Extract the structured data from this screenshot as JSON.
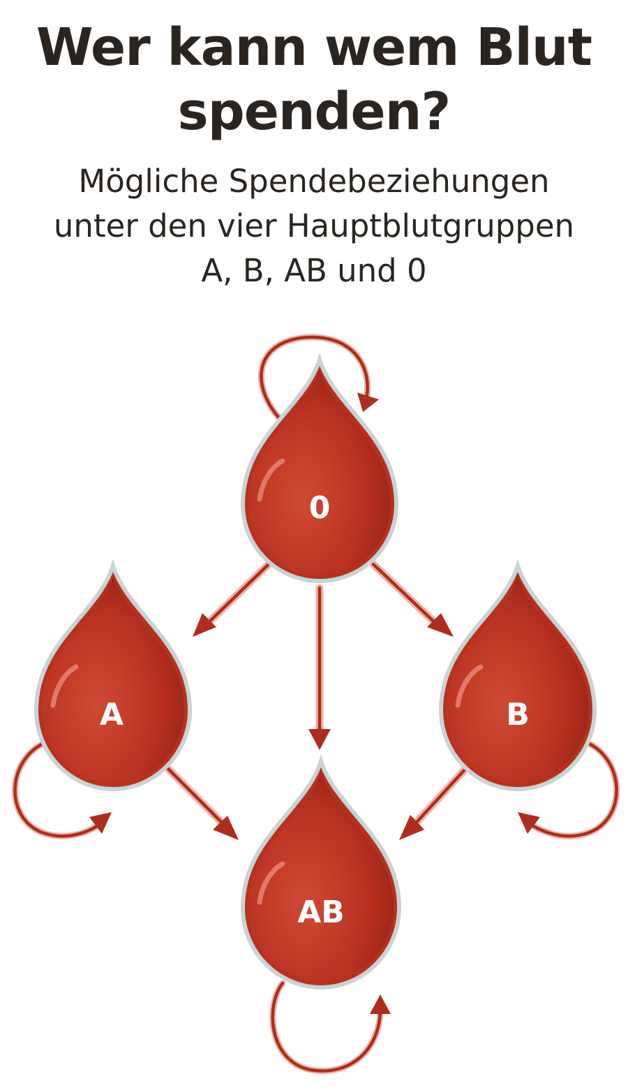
{
  "title": {
    "line1": "Wer kann wem Blut",
    "line2": "spenden?"
  },
  "subtitle": {
    "line1": "Mögliche Spendebeziehungen",
    "line2": "unter den vier Hauptblutgruppen",
    "line3": "A, B, AB und 0"
  },
  "diagram": {
    "nodes": [
      {
        "id": "0",
        "label": "0"
      },
      {
        "id": "A",
        "label": "A"
      },
      {
        "id": "B",
        "label": "B"
      },
      {
        "id": "AB",
        "label": "AB"
      }
    ],
    "edges": [
      {
        "from": "0",
        "to": "0"
      },
      {
        "from": "0",
        "to": "A"
      },
      {
        "from": "0",
        "to": "B"
      },
      {
        "from": "0",
        "to": "AB"
      },
      {
        "from": "A",
        "to": "A"
      },
      {
        "from": "A",
        "to": "AB"
      },
      {
        "from": "B",
        "to": "B"
      },
      {
        "from": "B",
        "to": "AB"
      },
      {
        "from": "AB",
        "to": "AB"
      }
    ]
  },
  "colors": {
    "drop_fill": "#b8311f",
    "drop_dark": "#8a1e12",
    "drop_outline": "#9fb3b3",
    "arrow": "#b02c1c",
    "arrow_shadow": "#efb2a6",
    "text": "#2a2520"
  }
}
